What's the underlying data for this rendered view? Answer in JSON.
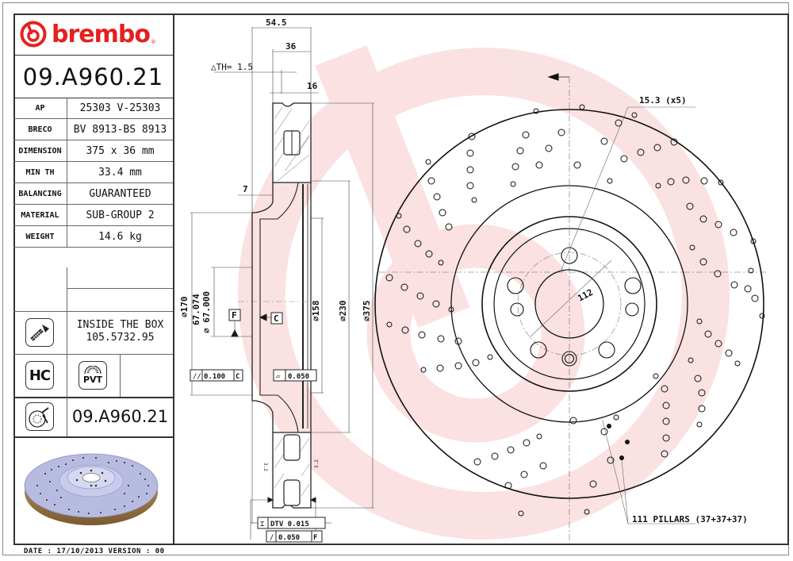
{
  "brand": {
    "name": "brembo",
    "registered_mark": "®",
    "color": "#e3211f"
  },
  "part_number": "09.A960.21",
  "specs": [
    {
      "key": "AP",
      "value": "25303 V-25303"
    },
    {
      "key": "BRECO",
      "value": "BV 8913-BS 8913"
    },
    {
      "key": "DIMENSION",
      "value": "375 x 36 mm"
    },
    {
      "key": "MIN TH",
      "value": "33.4 mm"
    },
    {
      "key": "BALANCING",
      "value": "GUARANTEED"
    },
    {
      "key": "MATERIAL",
      "value": "SUB-GROUP 2"
    },
    {
      "key": "WEIGHT",
      "value": "14.6 kg"
    }
  ],
  "inside_box": {
    "icon": "screw-icon",
    "line1": "INSIDE THE BOX",
    "line2": "105.5732.95"
  },
  "badges": {
    "hc": "HC",
    "pvt": "PVT"
  },
  "part_number_repeat": "09.A960.21",
  "footer": {
    "date_line": "DATE : 17/10/2013 VERSION : 00"
  },
  "drawing": {
    "section_dims": {
      "overall_width": "54.5",
      "disc_thickness": "36",
      "delta_th": "△TH= 1.5",
      "friction_ring": "16",
      "hat_wall": "7",
      "d_hat_outer": "⌀170",
      "d_center_bore_max": "67.074",
      "d_center_bore_min": "⌀ 67.000",
      "d_inner_ring": "⌀158",
      "d_vent_ring": "⌀230",
      "d_outer": "⌀375",
      "datum_f": "F",
      "datum_c": "C",
      "parallelism_value": "0.100",
      "parallelism_ref": "C",
      "flatness_value": "0.050",
      "dtv_label": "DTV 0.015",
      "runout_value": "0.050",
      "runout_ref": "F",
      "surface_left": "3.2",
      "surface_right": "3.2"
    },
    "face_view": {
      "hole_note": "15.3 (x5)",
      "pcd": "112",
      "pillars_note": "111 PILLARS (37+37+37)"
    }
  }
}
